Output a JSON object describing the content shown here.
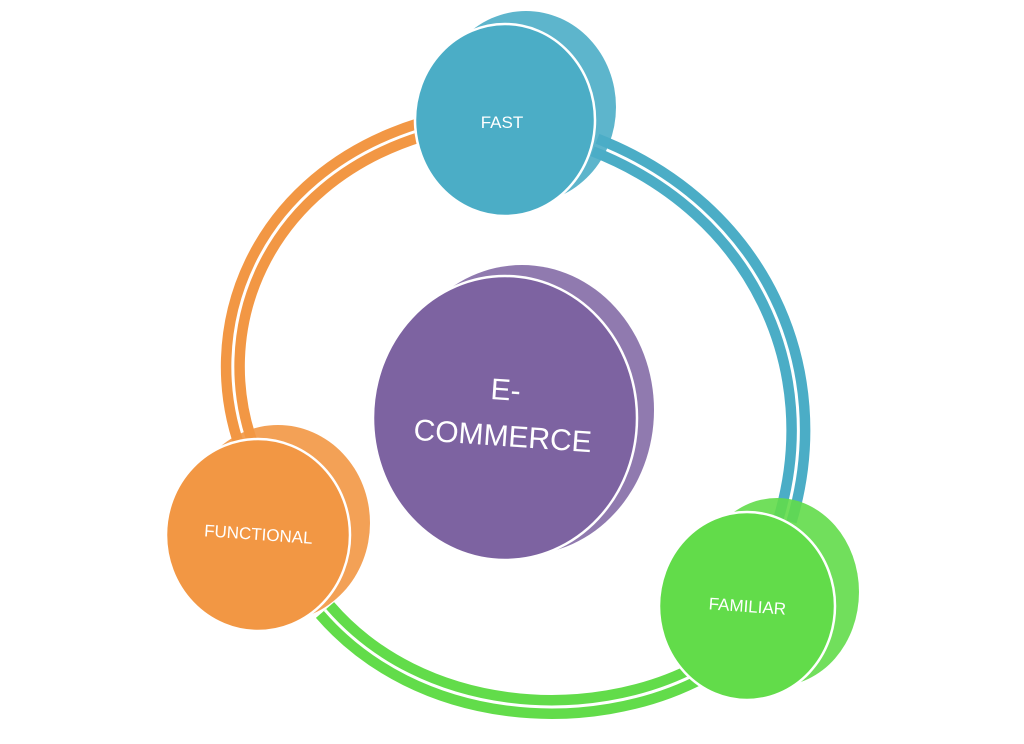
{
  "diagram": {
    "center": {
      "line1": "E-",
      "line2": "COMMERCE",
      "color": "#7d63a1",
      "shadow": "#7d63a1"
    },
    "nodes": [
      {
        "id": "fast",
        "label": "FAST",
        "color": "#4badc6"
      },
      {
        "id": "familiar",
        "label": "FAMILIAR",
        "color": "#62dc4a"
      },
      {
        "id": "functional",
        "label": "FUNCTIONAL",
        "color": "#f29744"
      }
    ],
    "arcs": [
      {
        "from": "fast",
        "to": "familiar",
        "color": "#4badc6"
      },
      {
        "from": "familiar",
        "to": "functional",
        "color": "#62dc4a"
      },
      {
        "from": "functional",
        "to": "fast",
        "color": "#f29744"
      }
    ]
  }
}
